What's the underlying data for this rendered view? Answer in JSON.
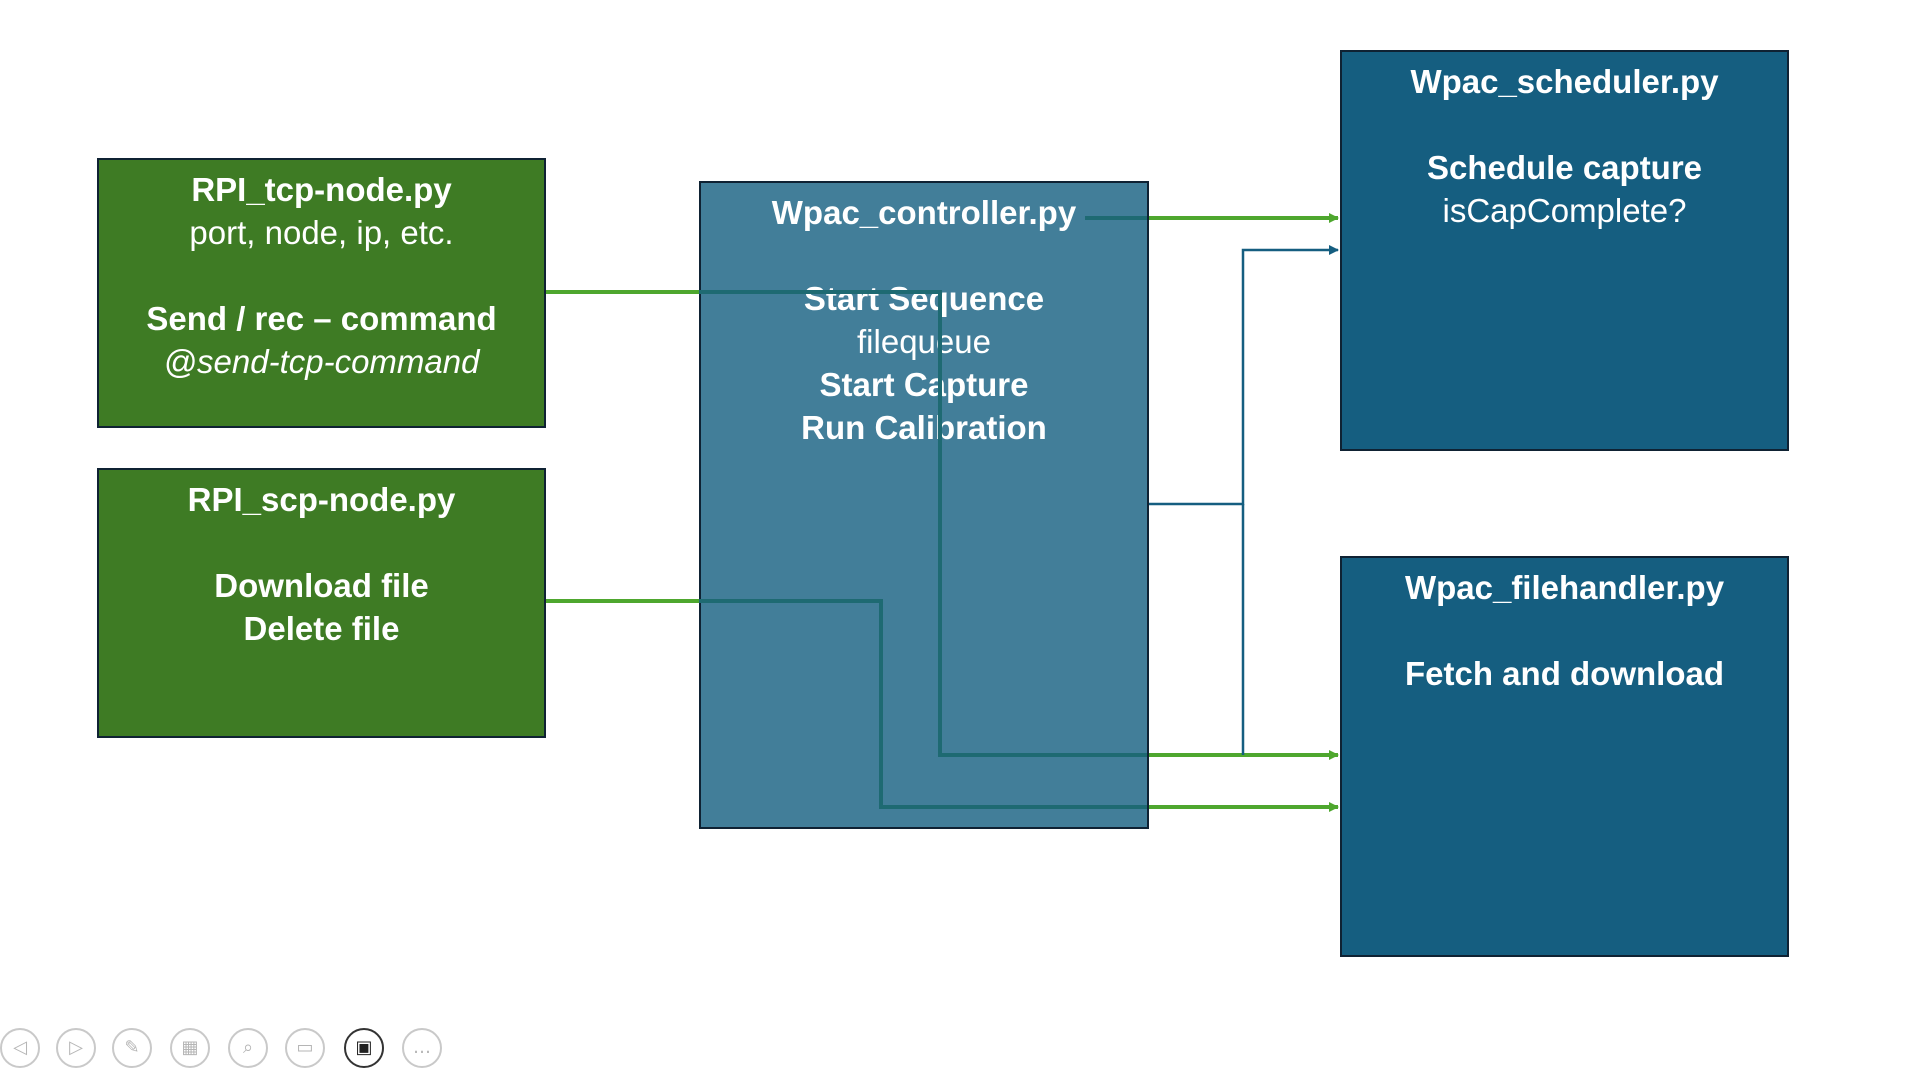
{
  "diagram": {
    "tcp_node": {
      "title": "RPI_tcp-node.py",
      "line2": "port, node, ip, etc.",
      "line3": "Send / rec – command",
      "line4": "@send-tcp-command"
    },
    "scp_node": {
      "title": "RPI_scp-node.py",
      "line2": "Download file",
      "line3": "Delete file"
    },
    "controller": {
      "title": "Wpac_controller.py",
      "line2": "Start Sequence",
      "line3": "filequeue",
      "line4": "Start Capture",
      "line5": "Run Calibration"
    },
    "scheduler": {
      "title": "Wpac_scheduler.py",
      "line2": "Schedule capture",
      "line3": "isCapComplete?"
    },
    "filehandler": {
      "title": "Wpac_filehandler.py",
      "line2": "Fetch and download"
    }
  },
  "colors": {
    "rpi_box": "#3e7b24",
    "controller_box": "#427e99",
    "wpac_box": "#155e80",
    "green_arrow": "#4ea72e",
    "blue_line": "#155e80"
  },
  "toolbar": {
    "buttons": [
      {
        "name": "previous-slide-icon",
        "glyph": "◁"
      },
      {
        "name": "next-slide-icon",
        "glyph": "▷"
      },
      {
        "name": "pen-icon",
        "glyph": "✎"
      },
      {
        "name": "slides-grid-icon",
        "glyph": "▦"
      },
      {
        "name": "zoom-icon",
        "glyph": "⌕"
      },
      {
        "name": "subtitles-icon",
        "glyph": "▭"
      },
      {
        "name": "camera-icon",
        "glyph": "▣"
      },
      {
        "name": "more-options-icon",
        "glyph": "…"
      }
    ]
  }
}
